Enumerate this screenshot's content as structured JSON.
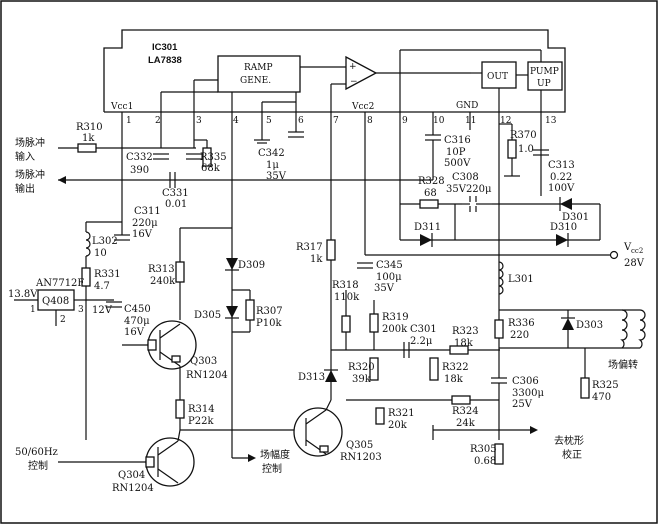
{
  "ic": {
    "ref": "IC301",
    "part": "LA7838"
  },
  "blocks": {
    "ramp_line1": "RAMP",
    "ramp_line2": "GENE.",
    "out": "OUT",
    "pump_line1": "PUMP",
    "pump_line2": "UP"
  },
  "pins": {
    "vcc1": "Vcc1",
    "vcc2": "Vcc2",
    "gnd": "GND",
    "p1": "1",
    "p2": "2",
    "p3": "3",
    "p4": "4",
    "p5": "5",
    "p6": "6",
    "p7": "7",
    "p8": "8",
    "p9": "9",
    "p10": "10",
    "p11": "11",
    "p12": "12",
    "p13": "13"
  },
  "labels": {
    "sync_in_1": "场脉冲",
    "sync_in_2": "输入",
    "sync_out_1": "场脉冲",
    "sync_out_2": "输出",
    "amp_ctrl_1": "场幅度",
    "amp_ctrl_2": "控制",
    "freq_ctrl_1": "50/60Hz",
    "freq_ctrl_2": "控制",
    "yoke": "场偏转",
    "pincushion_1": "去枕形",
    "pincushion_2": "校正",
    "supply_v": "13.8V",
    "reg_out": "12V",
    "vcc2_ref": "V",
    "vcc2_sub": "cc2",
    "vcc2_volt": "28V"
  },
  "parts": {
    "R310": {
      "ref": "R310",
      "val": "1k"
    },
    "C332": {
      "ref": "C332",
      "val": "390"
    },
    "R335": {
      "ref": "R335",
      "val": "68k"
    },
    "C342": {
      "ref": "C342",
      "val": "1μ",
      "v": "35V"
    },
    "C331": {
      "ref": "C331",
      "val": "0.01"
    },
    "C316": {
      "ref": "C316",
      "val": "10P",
      "v": "500V"
    },
    "R370": {
      "ref": "R370",
      "val": "1.0"
    },
    "C313": {
      "ref": "C313",
      "val": "0.22",
      "v": "100V"
    },
    "R328": {
      "ref": "R328",
      "val": "68"
    },
    "C308": {
      "ref": "C308",
      "val": "35V220μ"
    },
    "D301": {
      "ref": "D301"
    },
    "D311": {
      "ref": "D311"
    },
    "D310": {
      "ref": "D310"
    },
    "C311": {
      "ref": "C311",
      "val": "220μ",
      "v": "16V"
    },
    "L302": {
      "ref": "L302",
      "val": "10"
    },
    "R331": {
      "ref": "R331",
      "val": "4.7"
    },
    "Q408": {
      "ref": "AN7712F",
      "name": "Q408",
      "pin1": "1",
      "pin2": "2",
      "pin3": "3"
    },
    "C450": {
      "ref": "C450",
      "val": "470μ",
      "v": "16V"
    },
    "R313": {
      "ref": "R313",
      "val": "240k"
    },
    "D309": {
      "ref": "D309"
    },
    "D305": {
      "ref": "D305"
    },
    "R307": {
      "ref": "R307",
      "val": "P10k"
    },
    "R317": {
      "ref": "R317",
      "val": "1k"
    },
    "C345": {
      "ref": "C345",
      "val": "100μ",
      "v": "35V"
    },
    "L301": {
      "ref": "L301"
    },
    "R318": {
      "ref": "R318",
      "val": "110k"
    },
    "R319": {
      "ref": "R319",
      "val": "200k"
    },
    "C301": {
      "ref": "C301",
      "val": "2.2μ"
    },
    "R323": {
      "ref": "R323",
      "val": "18k"
    },
    "R336": {
      "ref": "R336",
      "val": "220"
    },
    "D303": {
      "ref": "D303"
    },
    "R320": {
      "ref": "R320",
      "val": "39k"
    },
    "R322": {
      "ref": "R322",
      "val": "18k"
    },
    "C306": {
      "ref": "C306",
      "val": "3300μ",
      "v": "25V"
    },
    "R325": {
      "ref": "R325",
      "val": "470"
    },
    "R324": {
      "ref": "R324",
      "val": "24k"
    },
    "R321": {
      "ref": "R321",
      "val": "20k"
    },
    "R314": {
      "ref": "R314",
      "val": "P22k"
    },
    "D313": {
      "ref": "D313"
    },
    "R305": {
      "ref": "R305",
      "val": "0.68"
    },
    "Q303": {
      "ref": "Q303",
      "part": "RN1204"
    },
    "Q304": {
      "ref": "Q304",
      "part": "RN1204"
    },
    "Q305": {
      "ref": "Q305",
      "part": "RN1203"
    }
  }
}
